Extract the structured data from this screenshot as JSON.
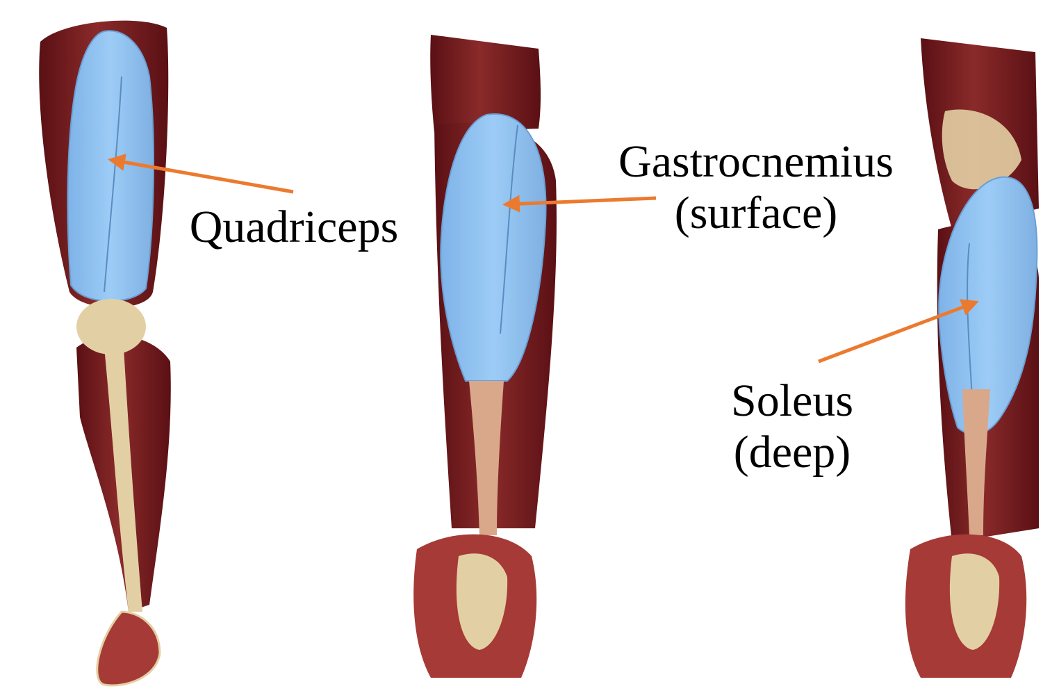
{
  "labels": {
    "quadriceps": [
      "Quadriceps"
    ],
    "gastrocnemius": [
      "Gastrocnemius",
      "(surface)"
    ],
    "soleus": [
      "Soleus",
      "(deep)"
    ]
  },
  "colors": {
    "muscle": "#7a1c20",
    "muscle_dark": "#5a1014",
    "muscle_light": "#a63a36",
    "highlight": "#8ec0f2",
    "highlight_edge": "#6a9fd4",
    "bone": "#e3cfa4",
    "tendon": "#d9a88a",
    "arrow": "#ec7a2e"
  }
}
